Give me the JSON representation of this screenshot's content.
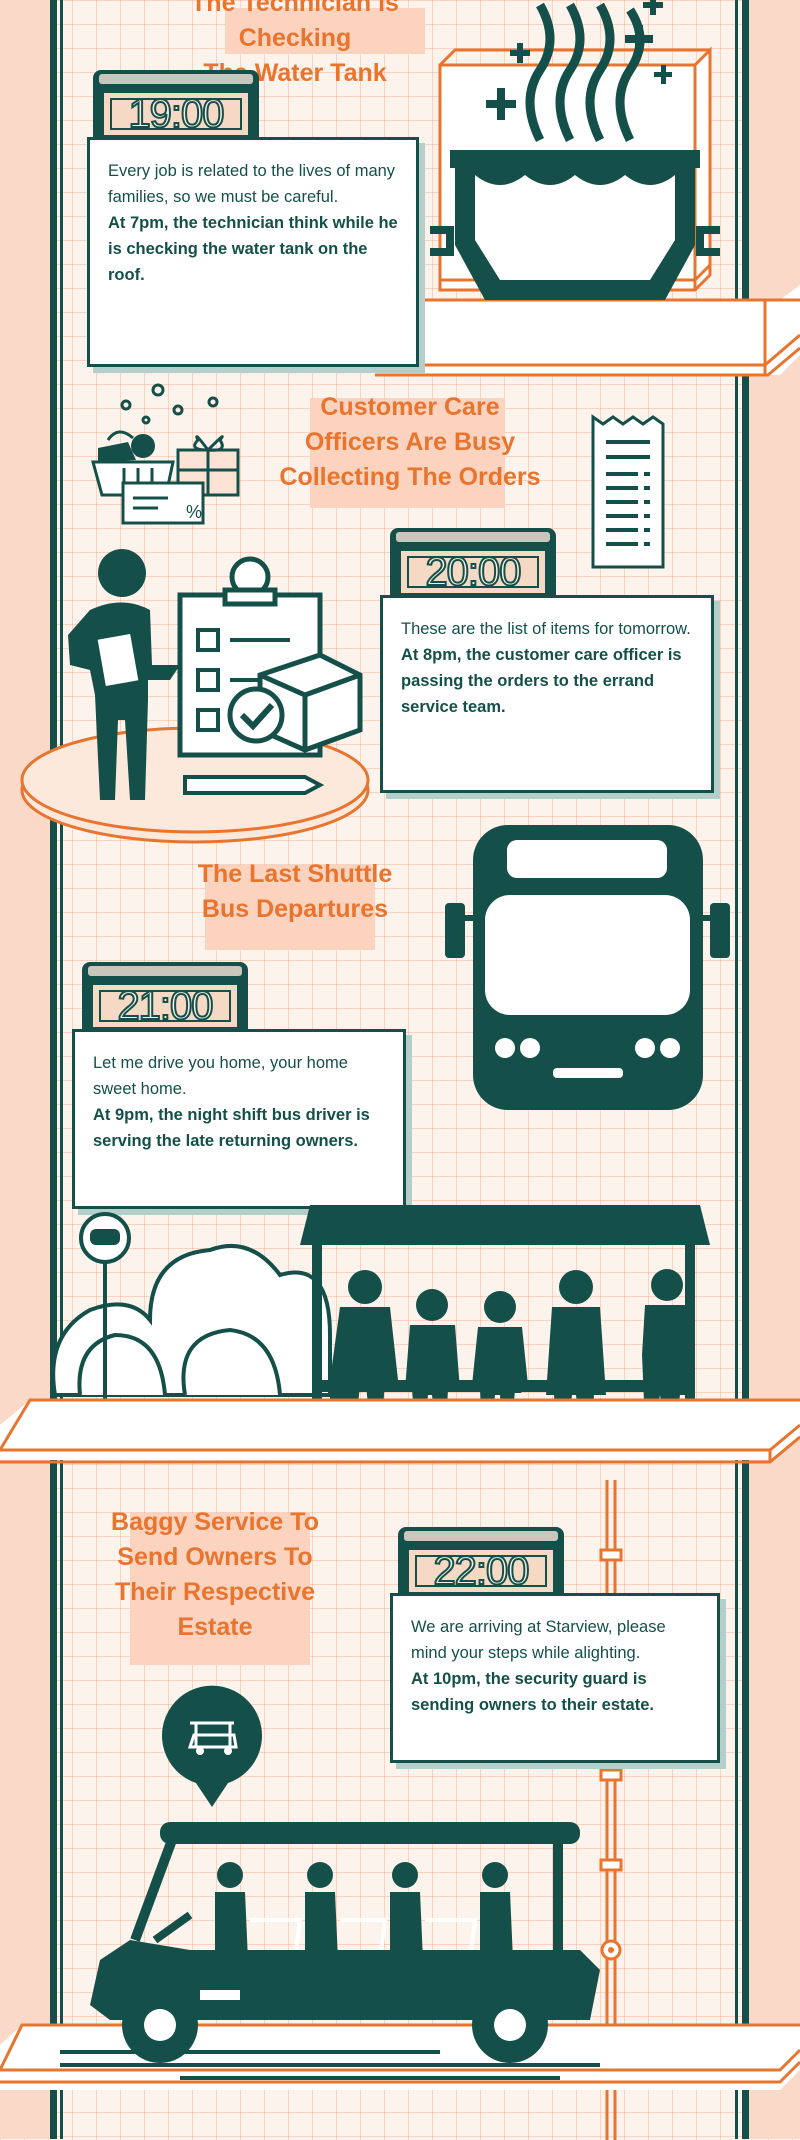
{
  "sections": [
    {
      "title_lines": [
        "The Technician Is Checking",
        "The Water Tank"
      ],
      "clock": "19:00",
      "quote": "Every job is related to the lives of many families, so we must be careful.",
      "caption": "At 7pm, the technician think while he is checking the water tank on the roof."
    },
    {
      "title_lines": [
        "Customer Care",
        "Officers Are Busy",
        "Collecting The Orders"
      ],
      "clock": "20:00",
      "quote": "These are the list of items for tomorrow.",
      "caption": "At 8pm, the customer care officer is passing the orders to the errand service team."
    },
    {
      "title_lines": [
        "The Last Shuttle",
        "Bus Departures"
      ],
      "clock": "21:00",
      "quote": "Let me drive you home, your home sweet home.",
      "caption": "At 9pm, the night shift bus driver is serving the late returning owners."
    },
    {
      "title_lines": [
        "Baggy Service To",
        "Send Owners To",
        "Their Respective",
        "Estate"
      ],
      "clock": "22:00",
      "quote": "We are arriving at Starview, please mind your steps while alighting.",
      "caption": "At 10pm, the security guard is sending owners to their estate."
    }
  ],
  "colors": {
    "teal": "#145049",
    "orange": "#e8742e",
    "peach": "#fbd9c8"
  },
  "icons": [
    "water-tank-icon",
    "shopping-basket-icon",
    "receipt-icon",
    "clipboard-person-icon",
    "bus-icon",
    "bus-stop-icon",
    "buggy-icon",
    "location-pin-icon"
  ]
}
